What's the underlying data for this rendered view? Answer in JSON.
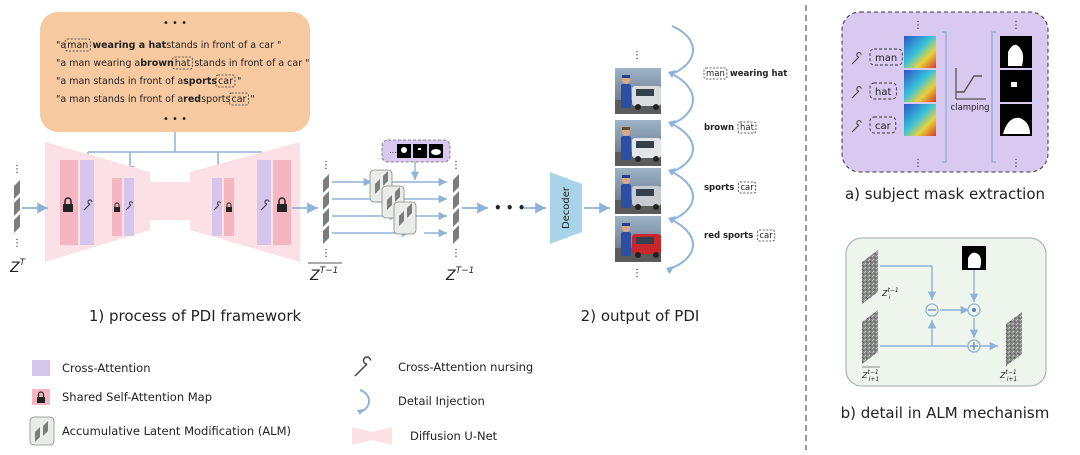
{
  "prompts": [
    {
      "pre": "\"a ",
      "boxed": "man",
      "bold": " wearing a hat",
      "post": " stands in front of a car \""
    },
    {
      "pre": "\"a man wearing a ",
      "bold": "brown",
      "boxed": "hat",
      "post": " stands in front of a car \""
    },
    {
      "pre": "\"a man stands in front of a ",
      "bold": "sports",
      "boxed": "car",
      "post": " \""
    },
    {
      "pre": "\"a man stands in front of a ",
      "bold": "red",
      "mid": " sports ",
      "boxed": "car",
      "post": " \""
    }
  ],
  "ellipsis": "• • •",
  "dots_h": "• • •",
  "latent_labels": {
    "zt": "Z^T",
    "zhat": "Z^{T-1} (hat)",
    "zt1": "Z^{T-1}"
  },
  "decoder_label": "Decoder",
  "captions": {
    "process": "1) process of PDI framework",
    "output": "2) output of PDI",
    "mask": "a) subject mask extraction",
    "alm": "b) detail in ALM mechanism"
  },
  "outputs": [
    {
      "boxed": "man",
      "text": "wearing hat"
    },
    {
      "text": "brown",
      "boxed": "hat"
    },
    {
      "text": "sports",
      "boxed": "car"
    },
    {
      "text": "red sports",
      "boxed": "car"
    }
  ],
  "mask_panel": {
    "tokens": [
      "man",
      "hat",
      "car"
    ],
    "clamping": "clamping"
  },
  "alm_panel": {
    "z_top": "Z_i^{t-1}",
    "z_bottom": "Z_{i+1}^{t-1} (hat)",
    "z_out": "Z_{i+1}^{t-1}"
  },
  "legend": {
    "cross_attention": "Cross-Attention",
    "shared_map": "Shared Self-Attention Map",
    "alm": "Accumulative Latent Modification (ALM)",
    "nursing": "Cross-Attention nursing",
    "detail_injection": "Detail Injection",
    "unet": "Diffusion U-Net"
  },
  "colors": {
    "prompt_bg": "#f6c9a0",
    "unet": "#fbe0e6",
    "cross_attention": "#d6c6ee",
    "shared_map": "#f4b6c1",
    "arrow": "#8fb2d8",
    "decoder": "#a8d4ea",
    "mask_panel": "#d9c9f1",
    "alm_panel": "#eef5ec"
  }
}
